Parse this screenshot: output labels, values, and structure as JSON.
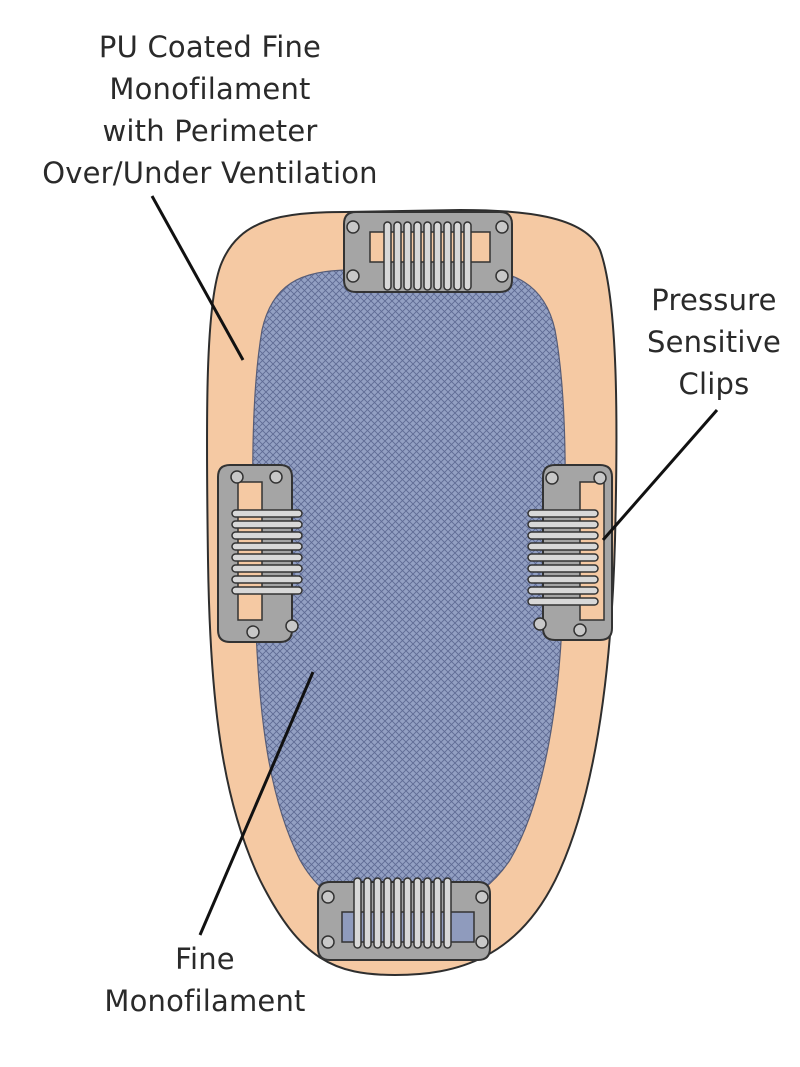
{
  "diagram": {
    "labels": {
      "perimeter": {
        "lines": [
          "PU Coated Fine",
          "Monofilament",
          "with Perimeter",
          "Over/Under Ventilation"
        ]
      },
      "clips": {
        "lines": [
          "Pressure",
          "Sensitive",
          "Clips"
        ]
      },
      "center": {
        "lines": [
          "Fine",
          "Monofilament"
        ]
      }
    },
    "colors": {
      "perimeter_fill": "#f5c9a3",
      "mesh_fill": "#8f9bbd",
      "mesh_line": "#6f7ba0",
      "clip_fill": "#a5a5a5",
      "clip_stroke": "#3a3a3a",
      "outline": "#2e2e2e"
    }
  }
}
